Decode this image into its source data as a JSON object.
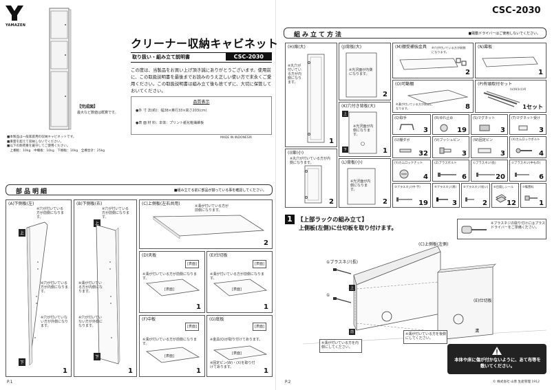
{
  "logo": {
    "brand": "YAMAZEN"
  },
  "model_code": "CSC-2030",
  "product": {
    "title": "クリーナー収納キャビネット",
    "subtitle": "取り扱い・組み立て説明書",
    "code_badge": "CSC-2030",
    "intro": "この度は、当製品をお買い上げ頂き誠にありがとうございます。使用前に、この取扱説明書を最後までお読みのうえ正しい使い方で末永くご愛用ください。この取扱説明書は組み立て後も捨てずに、大切に保管しておいてください。",
    "completed_label": "【完成図】",
    "completed_note": "最大など数値は概算です。",
    "spec_title": "品質表示",
    "spec_lines": [
      "●外 寸 法(約)：幅38×奥行33×高さ203(cm)",
      "●表 面 材 料：本体：プリント紙化粧繊維板"
    ],
    "made_in": "MADE IN INDONESIA",
    "notes": [
      "■本製品は一般家庭用の収納キャビネットです。",
      "■重量を超えて収納しないでください。",
      "■以下の耐荷重を厳守してご使用ください。",
      "　上棚板：10kg　中棚板：10kg　下棚板：10kg　全棚合計：25kg"
    ]
  },
  "parts_section": {
    "title": "部品明細",
    "note": "■組み立てる前に部品が揃っている事を確認してください。",
    "up_label": "上",
    "down_label": "下",
    "panels": [
      {
        "label": "(A)下側板(左)",
        "note1": "※穴が付いている方が前側になります。",
        "note2": "※穴が付いている方が内側になります。",
        "note3": "※穴が付いていない方が外側になります。",
        "qty": "1"
      },
      {
        "label": "(B)下側板(右)",
        "note1": "※穴が付いている方が前側になります。",
        "note2": "※溝が付いている方が内側になります。",
        "note3": "※穴が付いていない方が外側になります。",
        "qty": "1"
      }
    ],
    "shelf_c": {
      "label": "(C)上側板(左右共用)",
      "note": "※溝が付いている方が前側になります。",
      "qty": "2"
    },
    "top_d": {
      "label": "(D)天板",
      "tag": "[表面]",
      "note": "※溝が付いている方が前側になります。",
      "face": "[表面]",
      "qty": "1"
    },
    "part_e": {
      "label": "(E)仕切板",
      "tag": "[表面]",
      "note": "※溝が付いている方が前側になります。",
      "face": "[表面]",
      "qty": "1"
    },
    "part_f": {
      "label": "(F)中板",
      "tag": "[表面]",
      "note": "※溝が付いている方が前側になります。",
      "face": "[表面]",
      "qty": "1"
    },
    "part_g": {
      "label": "(G)底板",
      "tag": "[表面]",
      "note": "※金具(Q)が取り付けてあります。",
      "face": "[表面]",
      "note2": "※固定ピン(W)・(X)を取り付けてあります。",
      "qty": "1"
    },
    "page": "P.1"
  },
  "assembly": {
    "title": "組み立て方法",
    "note": "■電動ドライバーはご使用しないでください。",
    "parts": [
      {
        "label": "(H)扉(大)",
        "note": "※丸穴が付いている方が内側になります。",
        "qty": "1"
      },
      {
        "label": "(J)背板(大)",
        "note": "※光沢面が内側になります。",
        "qty": "2"
      },
      {
        "label": "(K)穴付き背板(大)",
        "note": "※光沢面が内側になります。",
        "qty": "1"
      },
      {
        "label": "(I)扉(小)",
        "note": "※丸穴が付いている方が内側になります。",
        "qty": "2"
      },
      {
        "label": "(L)背板(小)",
        "note": "※光沢面が内側になります。",
        "qty": "2"
      },
      {
        "label": "(M)棚受補強金具",
        "note": "※穴が付いている方が前側になります。",
        "qty": "2"
      },
      {
        "label": "(N)幕板",
        "qty": "1"
      },
      {
        "label": "(O)可動棚",
        "note": "※溝が付いている方が前側になります。",
        "qty": "8"
      },
      {
        "label": "(P)有頭取付セット",
        "sub": "(a)(b)(c)(d)",
        "qty": "1セット"
      },
      {
        "label": "(Q)取手",
        "qty": "3"
      },
      {
        "label": "(R)ゆれ止め",
        "qty": "19"
      },
      {
        "label": "(S)マグネット",
        "qty": "3"
      },
      {
        "label": "(T)マグネット受け",
        "qty": "3"
      },
      {
        "label": "(U)棚ダボ",
        "qty": "32"
      },
      {
        "label": "(V)ブッシュピン",
        "qty": "3"
      },
      {
        "label": "(W)固定ピン",
        "qty": "3"
      },
      {
        "label": "(X)カムロックボルト",
        "qty": "4"
      },
      {
        "label": "(Y)カムロックナット",
        "qty": "4"
      },
      {
        "label": "(Z)ブラスボルト",
        "qty": "6"
      },
      {
        "label": "①ブラスネジ(長)",
        "qty": "20"
      },
      {
        "label": "②ブラスネジ(中もの)",
        "qty": "6"
      },
      {
        "label": "③ブラスネジ(中-手)",
        "qty": "19"
      },
      {
        "label": "④ブラスネジ(黒)",
        "qty": "3"
      },
      {
        "label": "⑤ブラスネジ(短い)",
        "qty": "2"
      },
      {
        "label": "⑥目隠しシール",
        "qty": "12"
      },
      {
        "label": "⑦備置料",
        "qty": "1"
      }
    ],
    "step": {
      "number": "1",
      "heading": "【上部ラックの組み立て】",
      "subheading": "上側板(左側)に仕切板を取り付けます。",
      "note": "※ブラスネジの取り付けにはプラスドライバーをご準備ください。",
      "label_c": "(C)上側板(左側)",
      "label_e": "(E)仕切板",
      "screw": "①ブラスネジ(長)",
      "screw2": "①",
      "up": "上",
      "down": "前",
      "callout1": "※溝が付いている方を内側にしてください。",
      "callout2": "※溝が付いている方を後側にしてください。",
      "groove": "溝",
      "warning": "本体や床に傷が付かないように、あて布等を敷いてください。"
    },
    "footer": "© 株式会社 山善 生産管理 1912",
    "page": "P.2"
  }
}
